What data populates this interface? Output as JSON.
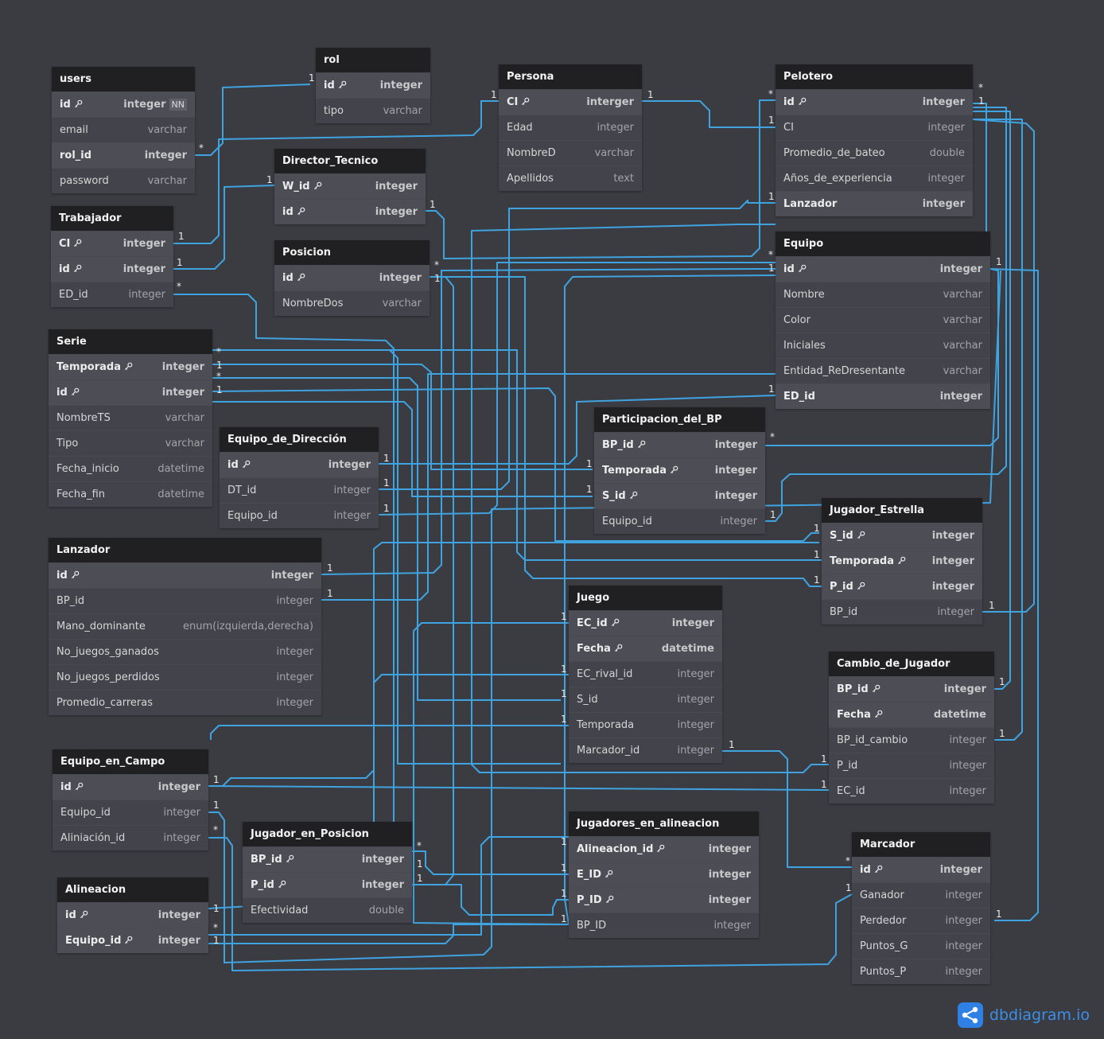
{
  "tables": [
    {
      "id": "users",
      "name": "users",
      "fields": [
        {
          "name": "id",
          "type": "integer",
          "pk": true,
          "key": true,
          "nn": "NN"
        },
        {
          "name": "email",
          "type": "varchar"
        },
        {
          "name": "rol_id",
          "type": "integer",
          "pk": true
        },
        {
          "name": "password",
          "type": "varchar"
        }
      ]
    },
    {
      "id": "rol",
      "name": "rol",
      "fields": [
        {
          "name": "id",
          "type": "integer",
          "pk": true,
          "key": true
        },
        {
          "name": "tipo",
          "type": "varchar"
        }
      ]
    },
    {
      "id": "persona",
      "name": "Persona",
      "fields": [
        {
          "name": "CI",
          "type": "interger",
          "pk": true,
          "key": true
        },
        {
          "name": "Edad",
          "type": "integer"
        },
        {
          "name": "NombreD",
          "type": "varchar"
        },
        {
          "name": "Apellidos",
          "type": "text"
        }
      ]
    },
    {
      "id": "pelotero",
      "name": "Pelotero",
      "fields": [
        {
          "name": "id",
          "type": "integer",
          "pk": true,
          "key": true
        },
        {
          "name": "CI",
          "type": "integer"
        },
        {
          "name": "Promedio_de_bateo",
          "type": "double"
        },
        {
          "name": "Años_de_experiencia",
          "type": "integer"
        },
        {
          "name": "Lanzador",
          "type": "integer",
          "pk": true
        }
      ]
    },
    {
      "id": "director",
      "name": "Director_Tecnico",
      "fields": [
        {
          "name": "W_id",
          "type": "integer",
          "pk": true,
          "key": true
        },
        {
          "name": "id",
          "type": "integer",
          "pk": true,
          "key": true
        }
      ]
    },
    {
      "id": "trabajador",
      "name": "Trabajador",
      "fields": [
        {
          "name": "CI",
          "type": "integer",
          "pk": true,
          "key": true
        },
        {
          "name": "id",
          "type": "integer",
          "pk": true,
          "key": true
        },
        {
          "name": "ED_id",
          "type": "integer"
        }
      ]
    },
    {
      "id": "posicion",
      "name": "Posicion",
      "fields": [
        {
          "name": "id",
          "type": "integer",
          "pk": true,
          "key": true
        },
        {
          "name": "NombreDos",
          "type": "varchar"
        }
      ]
    },
    {
      "id": "equipo",
      "name": "Equipo",
      "fields": [
        {
          "name": "id",
          "type": "integer",
          "pk": true,
          "key": true
        },
        {
          "name": "Nombre",
          "type": "varchar"
        },
        {
          "name": "Color",
          "type": "varchar"
        },
        {
          "name": "Iniciales",
          "type": "varchar"
        },
        {
          "name": "Entidad_ReDresentante",
          "type": "varchar"
        },
        {
          "name": "ED_id",
          "type": "integer",
          "pk": true
        }
      ]
    },
    {
      "id": "serie",
      "name": "Serie",
      "fields": [
        {
          "name": "Temporada",
          "type": "integer",
          "pk": true,
          "key": true
        },
        {
          "name": "id",
          "type": "integer",
          "pk": true,
          "key": true
        },
        {
          "name": "NombreTS",
          "type": "varchar"
        },
        {
          "name": "Tipo",
          "type": "varchar"
        },
        {
          "name": "Fecha_inicio",
          "type": "datetime"
        },
        {
          "name": "Fecha_fin",
          "type": "datetime"
        }
      ]
    },
    {
      "id": "edd",
      "name": "Equipo_de_Dirección",
      "fields": [
        {
          "name": "id",
          "type": "integer",
          "pk": true,
          "key": true
        },
        {
          "name": "DT_id",
          "type": "integer"
        },
        {
          "name": "Equipo_id",
          "type": "integer"
        }
      ]
    },
    {
      "id": "pbp",
      "name": "Participacion_del_BP",
      "fields": [
        {
          "name": "BP_id",
          "type": "integer",
          "pk": true,
          "key": true
        },
        {
          "name": "Temporada",
          "type": "integer",
          "pk": true,
          "key": true
        },
        {
          "name": "S_id",
          "type": "integer",
          "pk": true,
          "key": true
        },
        {
          "name": "Equipo_id",
          "type": "integer"
        }
      ]
    },
    {
      "id": "je",
      "name": "Jugador_Estrella",
      "fields": [
        {
          "name": "S_id",
          "type": "integer",
          "pk": true,
          "key": true
        },
        {
          "name": "Temporada",
          "type": "integer",
          "pk": true,
          "key": true
        },
        {
          "name": "P_id",
          "type": "integer",
          "pk": true,
          "key": true
        },
        {
          "name": "BP_id",
          "type": "integer"
        }
      ]
    },
    {
      "id": "lanzador",
      "name": "Lanzador",
      "fields": [
        {
          "name": "id",
          "type": "integer",
          "pk": true,
          "key": true
        },
        {
          "name": "BP_id",
          "type": "integer"
        },
        {
          "name": "Mano_dominante",
          "type": "enum(izquierda,derecha)"
        },
        {
          "name": "No_juegos_ganados",
          "type": "integer"
        },
        {
          "name": "No_juegos_perdidos",
          "type": "integer"
        },
        {
          "name": "Promedio_carreras",
          "type": "integer"
        }
      ]
    },
    {
      "id": "juego",
      "name": "Juego",
      "fields": [
        {
          "name": "EC_id",
          "type": "integer",
          "pk": true,
          "key": true
        },
        {
          "name": "Fecha",
          "type": "datetime",
          "pk": true,
          "key": true
        },
        {
          "name": "EC_rival_id",
          "type": "integer"
        },
        {
          "name": "S_id",
          "type": "integer"
        },
        {
          "name": "Temporada",
          "type": "integer"
        },
        {
          "name": "Marcador_id",
          "type": "integer"
        }
      ]
    },
    {
      "id": "cambio",
      "name": "Cambio_de_Jugador",
      "fields": [
        {
          "name": "BP_id",
          "type": "integer",
          "pk": true,
          "key": true
        },
        {
          "name": "Fecha",
          "type": "datetime",
          "pk": true,
          "key": true
        },
        {
          "name": "BP_id_cambio",
          "type": "integer"
        },
        {
          "name": "P_id",
          "type": "integer"
        },
        {
          "name": "EC_id",
          "type": "integer"
        }
      ]
    },
    {
      "id": "eec",
      "name": "Equipo_en_Campo",
      "fields": [
        {
          "name": "id",
          "type": "integer",
          "pk": true,
          "key": true
        },
        {
          "name": "Equipo_id",
          "type": "integer"
        },
        {
          "name": "Aliniación_id",
          "type": "integer"
        }
      ]
    },
    {
      "id": "jep",
      "name": "Jugador_en_Posicion",
      "fields": [
        {
          "name": "BP_id",
          "type": "integer",
          "pk": true,
          "key": true
        },
        {
          "name": "P_id",
          "type": "integer",
          "pk": true,
          "key": true
        },
        {
          "name": "Efectividad",
          "type": "double"
        }
      ]
    },
    {
      "id": "jea",
      "name": "Jugadores_en_alineacion",
      "fields": [
        {
          "name": "Alineacion_id",
          "type": "integer",
          "pk": true,
          "key": true
        },
        {
          "name": "E_ID",
          "type": "integer",
          "pk": true,
          "key": true
        },
        {
          "name": "P_ID",
          "type": "integer",
          "pk": true,
          "key": true
        },
        {
          "name": "BP_ID",
          "type": "integer"
        }
      ]
    },
    {
      "id": "marcador",
      "name": "Marcador",
      "fields": [
        {
          "name": "id",
          "type": "integer",
          "pk": true,
          "key": true
        },
        {
          "name": "Ganador",
          "type": "integer"
        },
        {
          "name": "Perdedor",
          "type": "integer"
        },
        {
          "name": "Puntos_G",
          "type": "integer"
        },
        {
          "name": "Puntos_P",
          "type": "integer"
        }
      ]
    },
    {
      "id": "alineacion",
      "name": "Alineacion",
      "fields": [
        {
          "name": "id",
          "type": "integer",
          "pk": true,
          "key": true
        },
        {
          "name": "Equipo_id",
          "type": "integer",
          "pk": true,
          "key": true
        }
      ]
    }
  ],
  "brand": {
    "text": "dbdiagram.io"
  },
  "colors": {
    "background": "#3b3c42",
    "table_header": "#202022",
    "table_body": "#43444b",
    "link": "#3fa3e0",
    "brand": "#3b8fe8"
  }
}
